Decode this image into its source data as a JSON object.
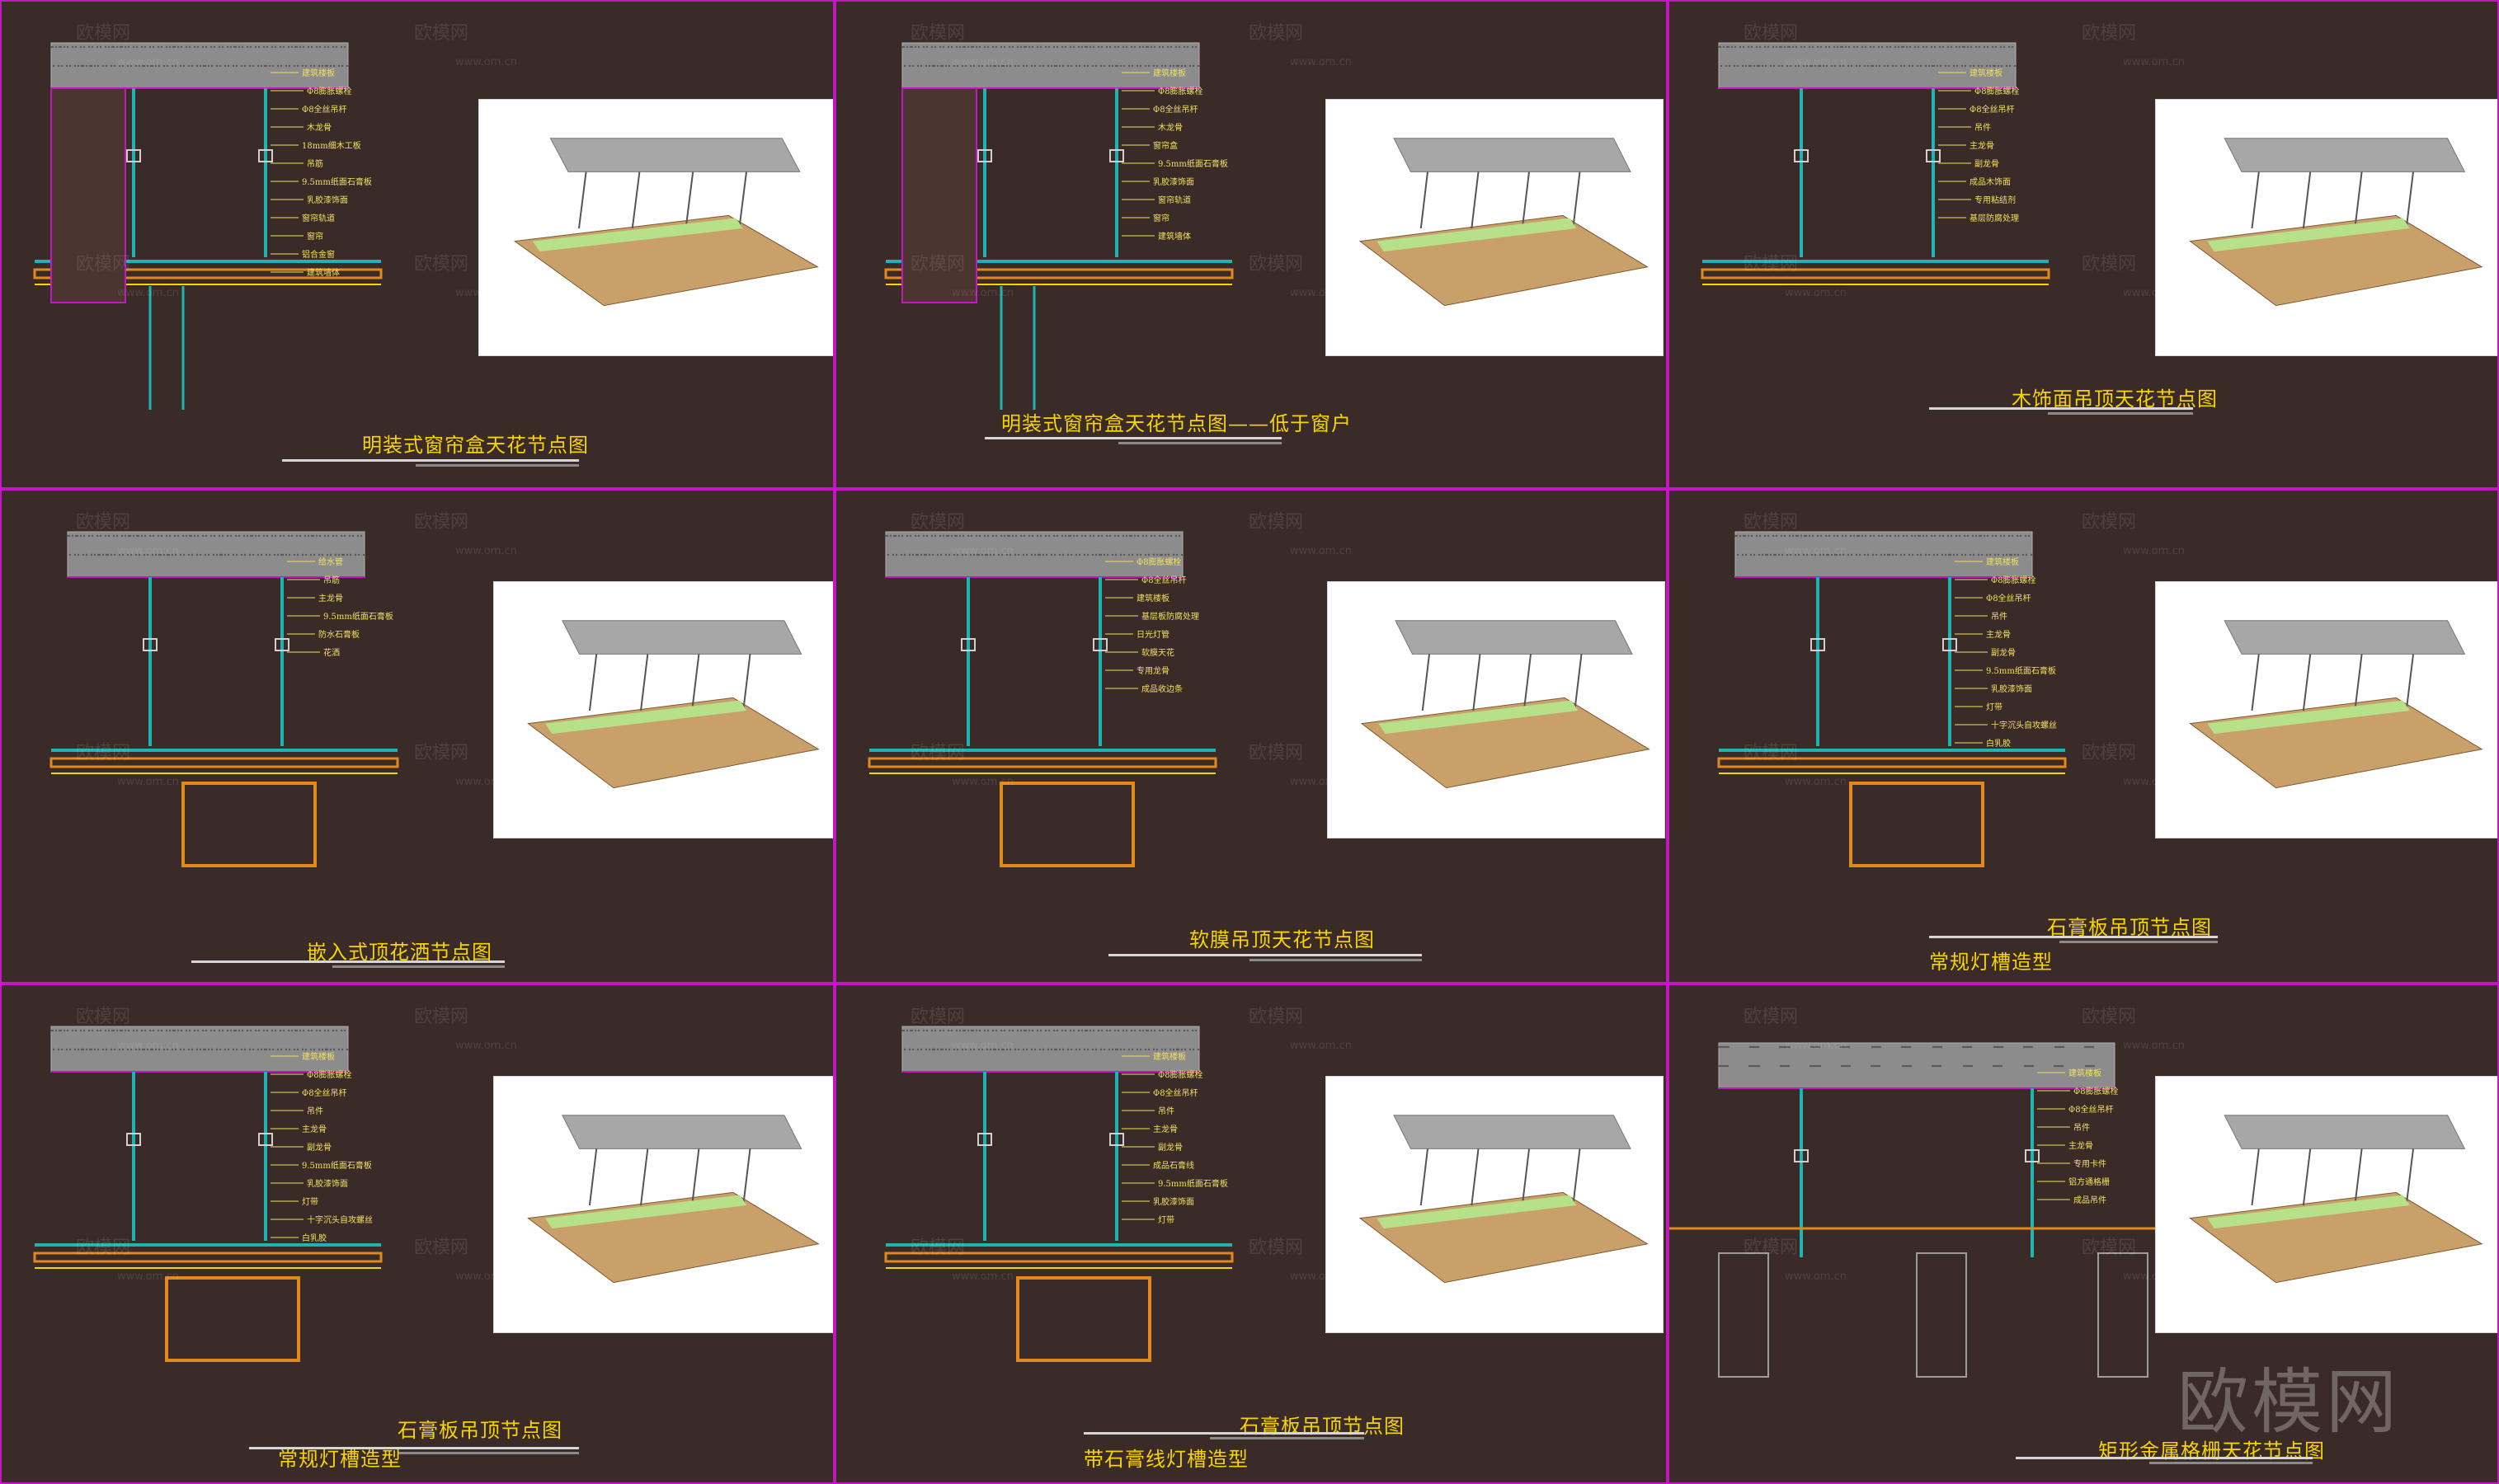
{
  "panels": [
    {
      "title": "明装式窗帘盒天花节点图",
      "subtitle": "",
      "labels": [
        "建筑楼板",
        "Φ8膨胀螺栓",
        "Φ8全丝吊杆",
        "木龙骨",
        "18mm细木工板",
        "吊筋",
        "9.5mm纸面石膏板",
        "乳胶漆饰面",
        "窗帘轨道",
        "窗帘",
        "铝合金窗",
        "建筑墙体"
      ]
    },
    {
      "title": "明装式窗帘盒天花节点图——低于窗户",
      "subtitle": "",
      "labels": [
        "建筑楼板",
        "Φ8膨胀螺栓",
        "Φ8全丝吊杆",
        "木龙骨",
        "窗帘盒",
        "9.5mm纸面石膏板",
        "乳胶漆饰面",
        "窗帘轨道",
        "窗帘",
        "建筑墙体"
      ]
    },
    {
      "title": "木饰面吊顶天花节点图",
      "subtitle": "",
      "labels": [
        "建筑楼板",
        "Φ8膨胀螺栓",
        "Φ8全丝吊杆",
        "吊件",
        "主龙骨",
        "副龙骨",
        "成品木饰面",
        "专用粘结剂",
        "基层防腐处理"
      ]
    },
    {
      "title": "嵌入式顶花洒节点图",
      "subtitle": "",
      "labels": [
        "给水管",
        "吊筋",
        "主龙骨",
        "9.5mm纸面石膏板",
        "防水石膏板",
        "花洒"
      ]
    },
    {
      "title": "软膜吊顶天花节点图",
      "subtitle": "",
      "labels": [
        "Φ8膨胀螺栓",
        "Φ8全丝吊杆",
        "建筑楼板",
        "基层板防腐处理",
        "日光灯管",
        "软膜天花",
        "专用龙骨",
        "成品收边条"
      ]
    },
    {
      "title": "石膏板吊顶节点图",
      "subtitle": "常规灯槽造型",
      "labels": [
        "建筑楼板",
        "Φ8膨胀螺栓",
        "Φ8全丝吊杆",
        "吊件",
        "主龙骨",
        "副龙骨",
        "9.5mm纸面石膏板",
        "乳胶漆饰面",
        "灯带",
        "十字沉头自攻螺丝",
        "白乳胶"
      ]
    },
    {
      "title": "石膏板吊顶节点图",
      "subtitle": "常规灯槽造型",
      "labels": [
        "建筑楼板",
        "Φ8膨胀螺栓",
        "Φ8全丝吊杆",
        "吊件",
        "主龙骨",
        "副龙骨",
        "9.5mm纸面石膏板",
        "乳胶漆饰面",
        "灯带",
        "十字沉头自攻螺丝",
        "白乳胶"
      ]
    },
    {
      "title": "石膏板吊顶节点图",
      "subtitle": "带石膏线灯槽造型",
      "labels": [
        "建筑楼板",
        "Φ8膨胀螺栓",
        "Φ8全丝吊杆",
        "吊件",
        "主龙骨",
        "副龙骨",
        "成品石膏线",
        "9.5mm纸面石膏板",
        "乳胶漆饰面",
        "灯带"
      ]
    },
    {
      "title": "矩形金属格栅天花节点图",
      "subtitle": "",
      "labels": [
        "建筑楼板",
        "Φ8膨胀螺栓",
        "Φ8全丝吊杆",
        "吊件",
        "主龙骨",
        "专用卡件",
        "铝方通格栅",
        "成品吊件"
      ]
    }
  ],
  "watermark": {
    "brand": "欧模网",
    "url": "www.om.cn"
  },
  "colors": {
    "background": "#3b2b28",
    "border": "#c218c2",
    "title": "#f5d400",
    "steel": "#1fb3b3",
    "wood": "#e08a1e",
    "concrete": "#8c8c8c",
    "label": "#f0e060"
  }
}
